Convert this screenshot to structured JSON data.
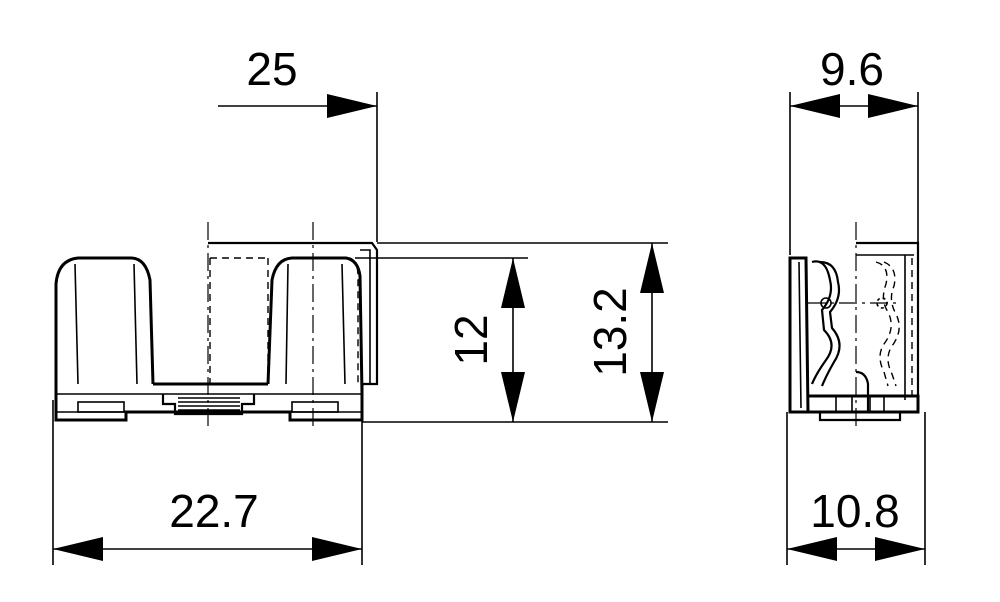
{
  "dimensions": {
    "front_total_width": "25",
    "front_base_width": "22.7",
    "front_inner_height": "12",
    "front_total_height": "13.2",
    "side_top_width": "9.6",
    "side_base_width": "10.8"
  }
}
